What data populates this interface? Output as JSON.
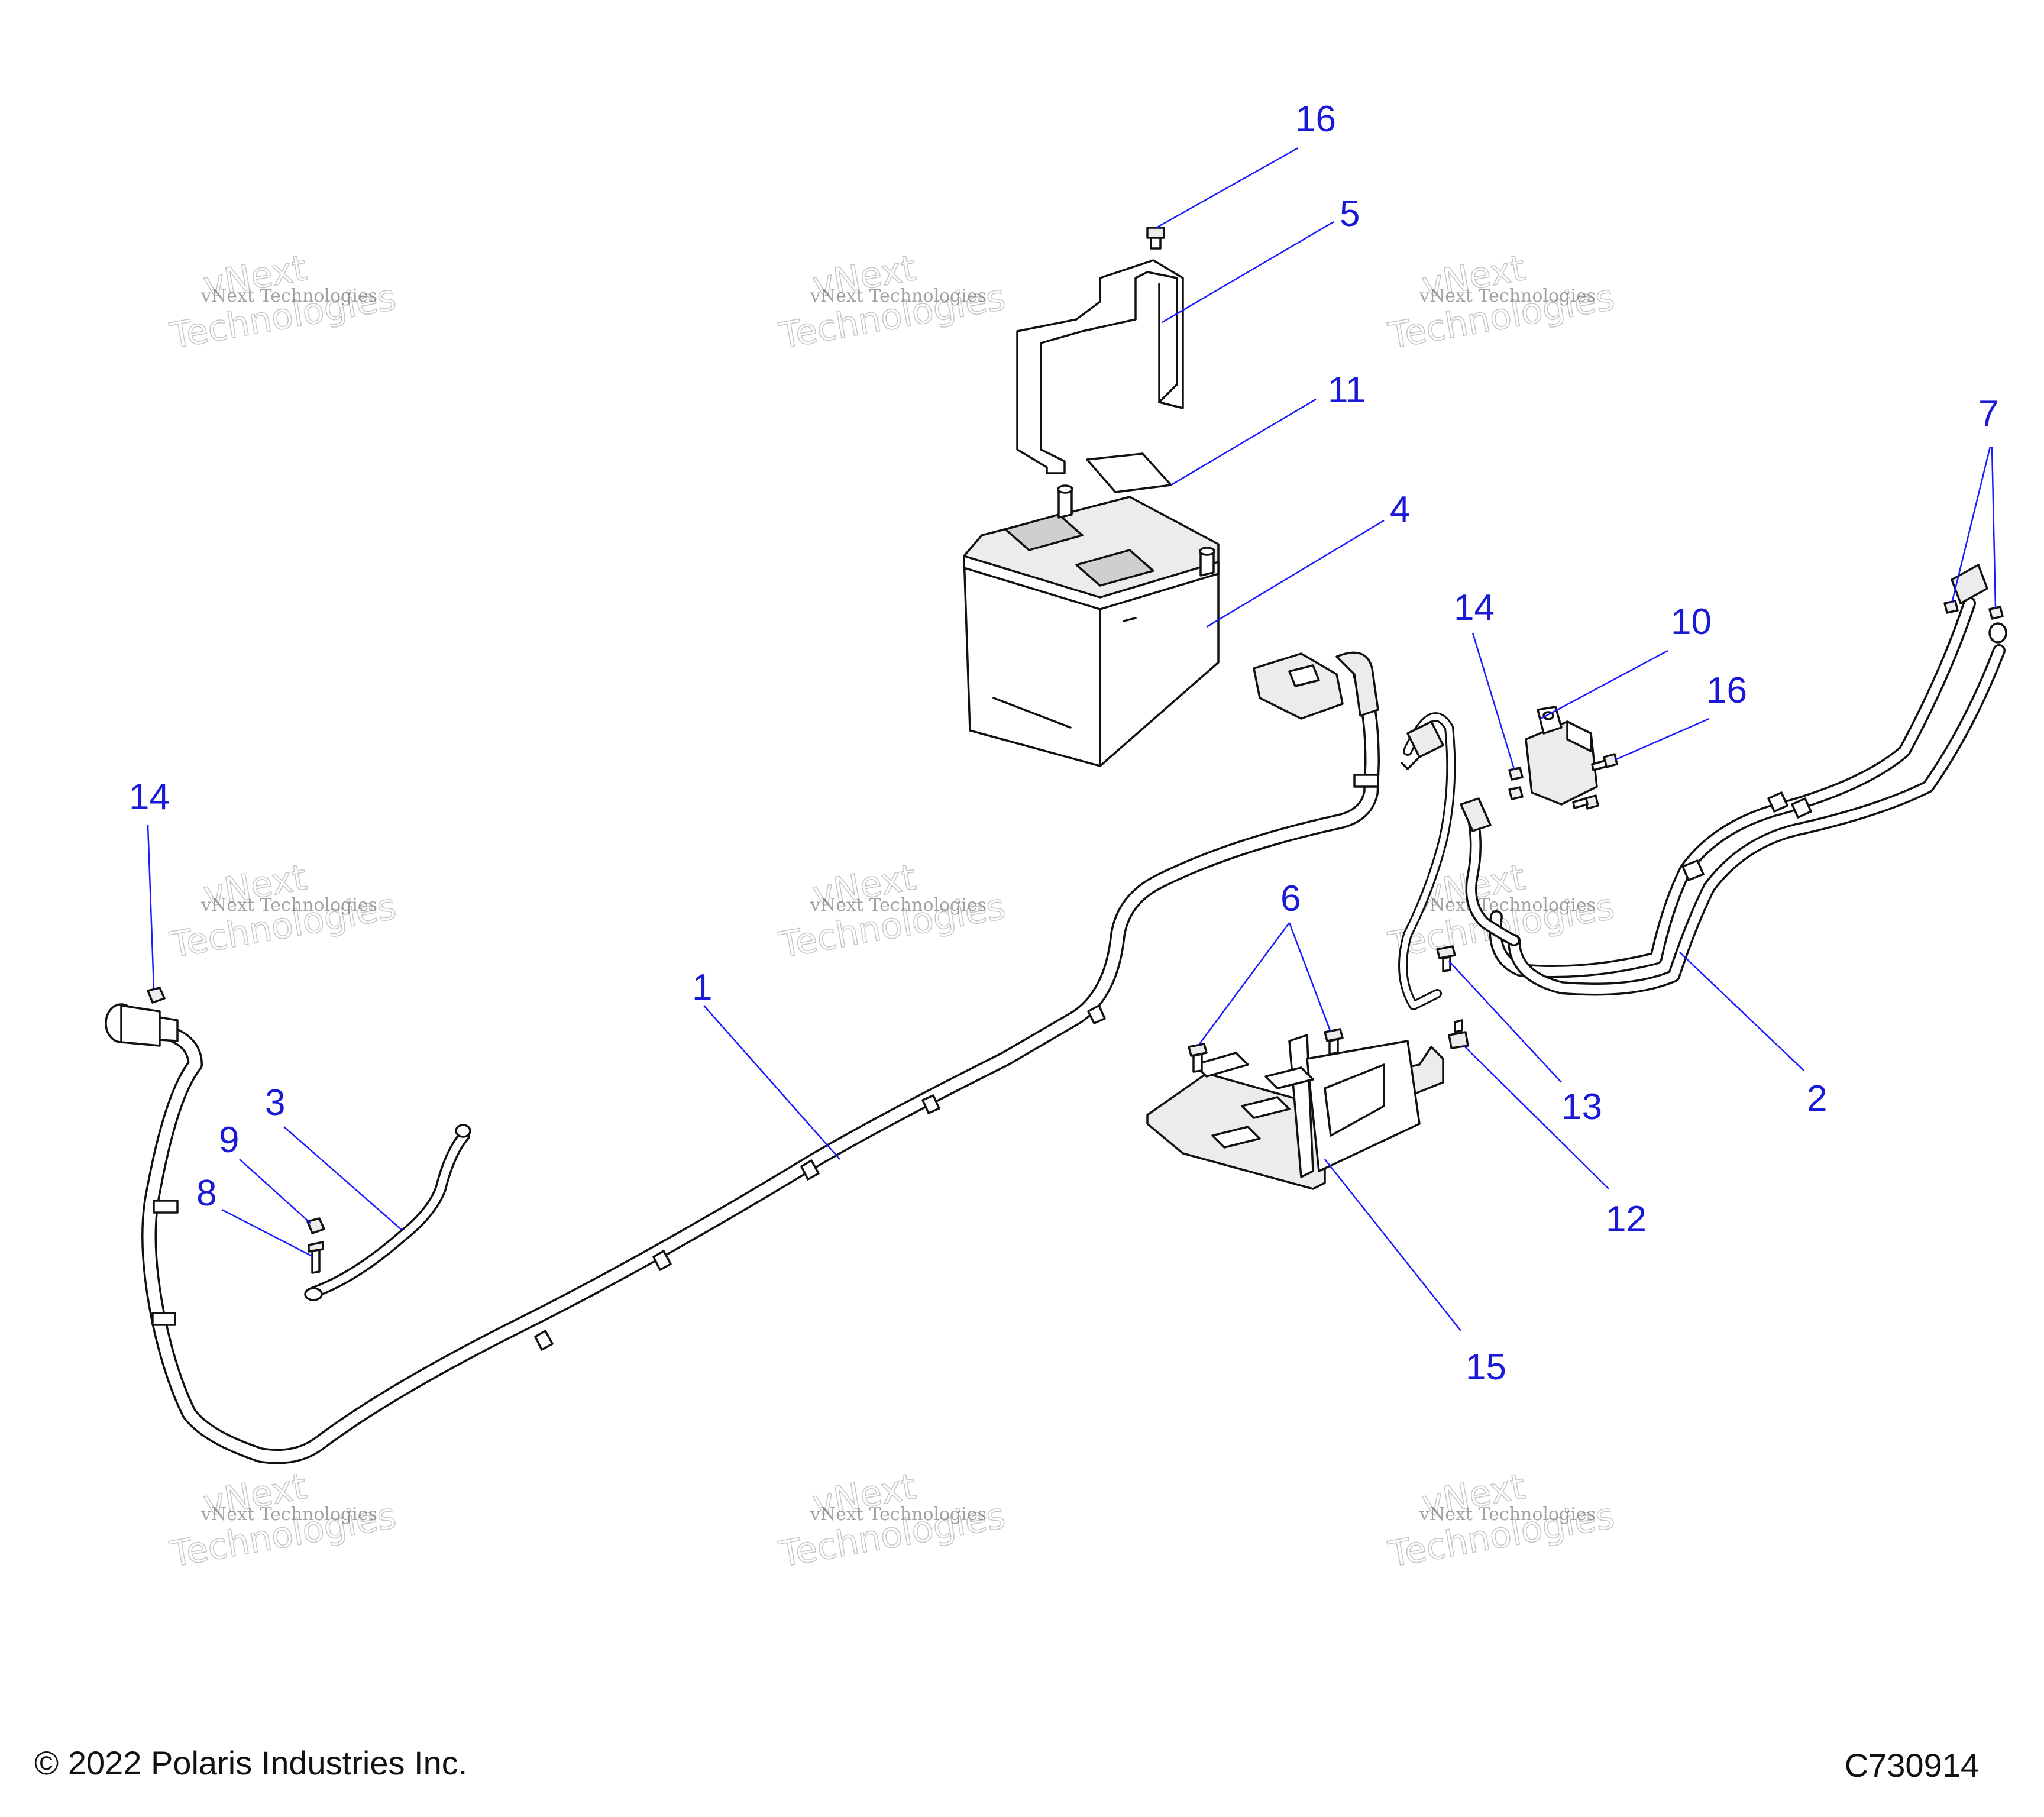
{
  "callouts": {
    "c16a": "16",
    "c5": "5",
    "c11": "11",
    "c4": "4",
    "c7": "7",
    "c14a": "14",
    "c10": "10",
    "c16b": "16",
    "c14b": "14",
    "c6": "6",
    "c1": "1",
    "c3": "3",
    "c9": "9",
    "c8": "8",
    "c13": "13",
    "c2": "2",
    "c12": "12",
    "c15": "15"
  },
  "watermark": {
    "small": "vNext Technologies",
    "big_line1": "vNext",
    "big_line2": "Technologies"
  },
  "footer": {
    "copyright": "© 2022 Polaris Industries Inc.",
    "ref_code": "C730914"
  }
}
